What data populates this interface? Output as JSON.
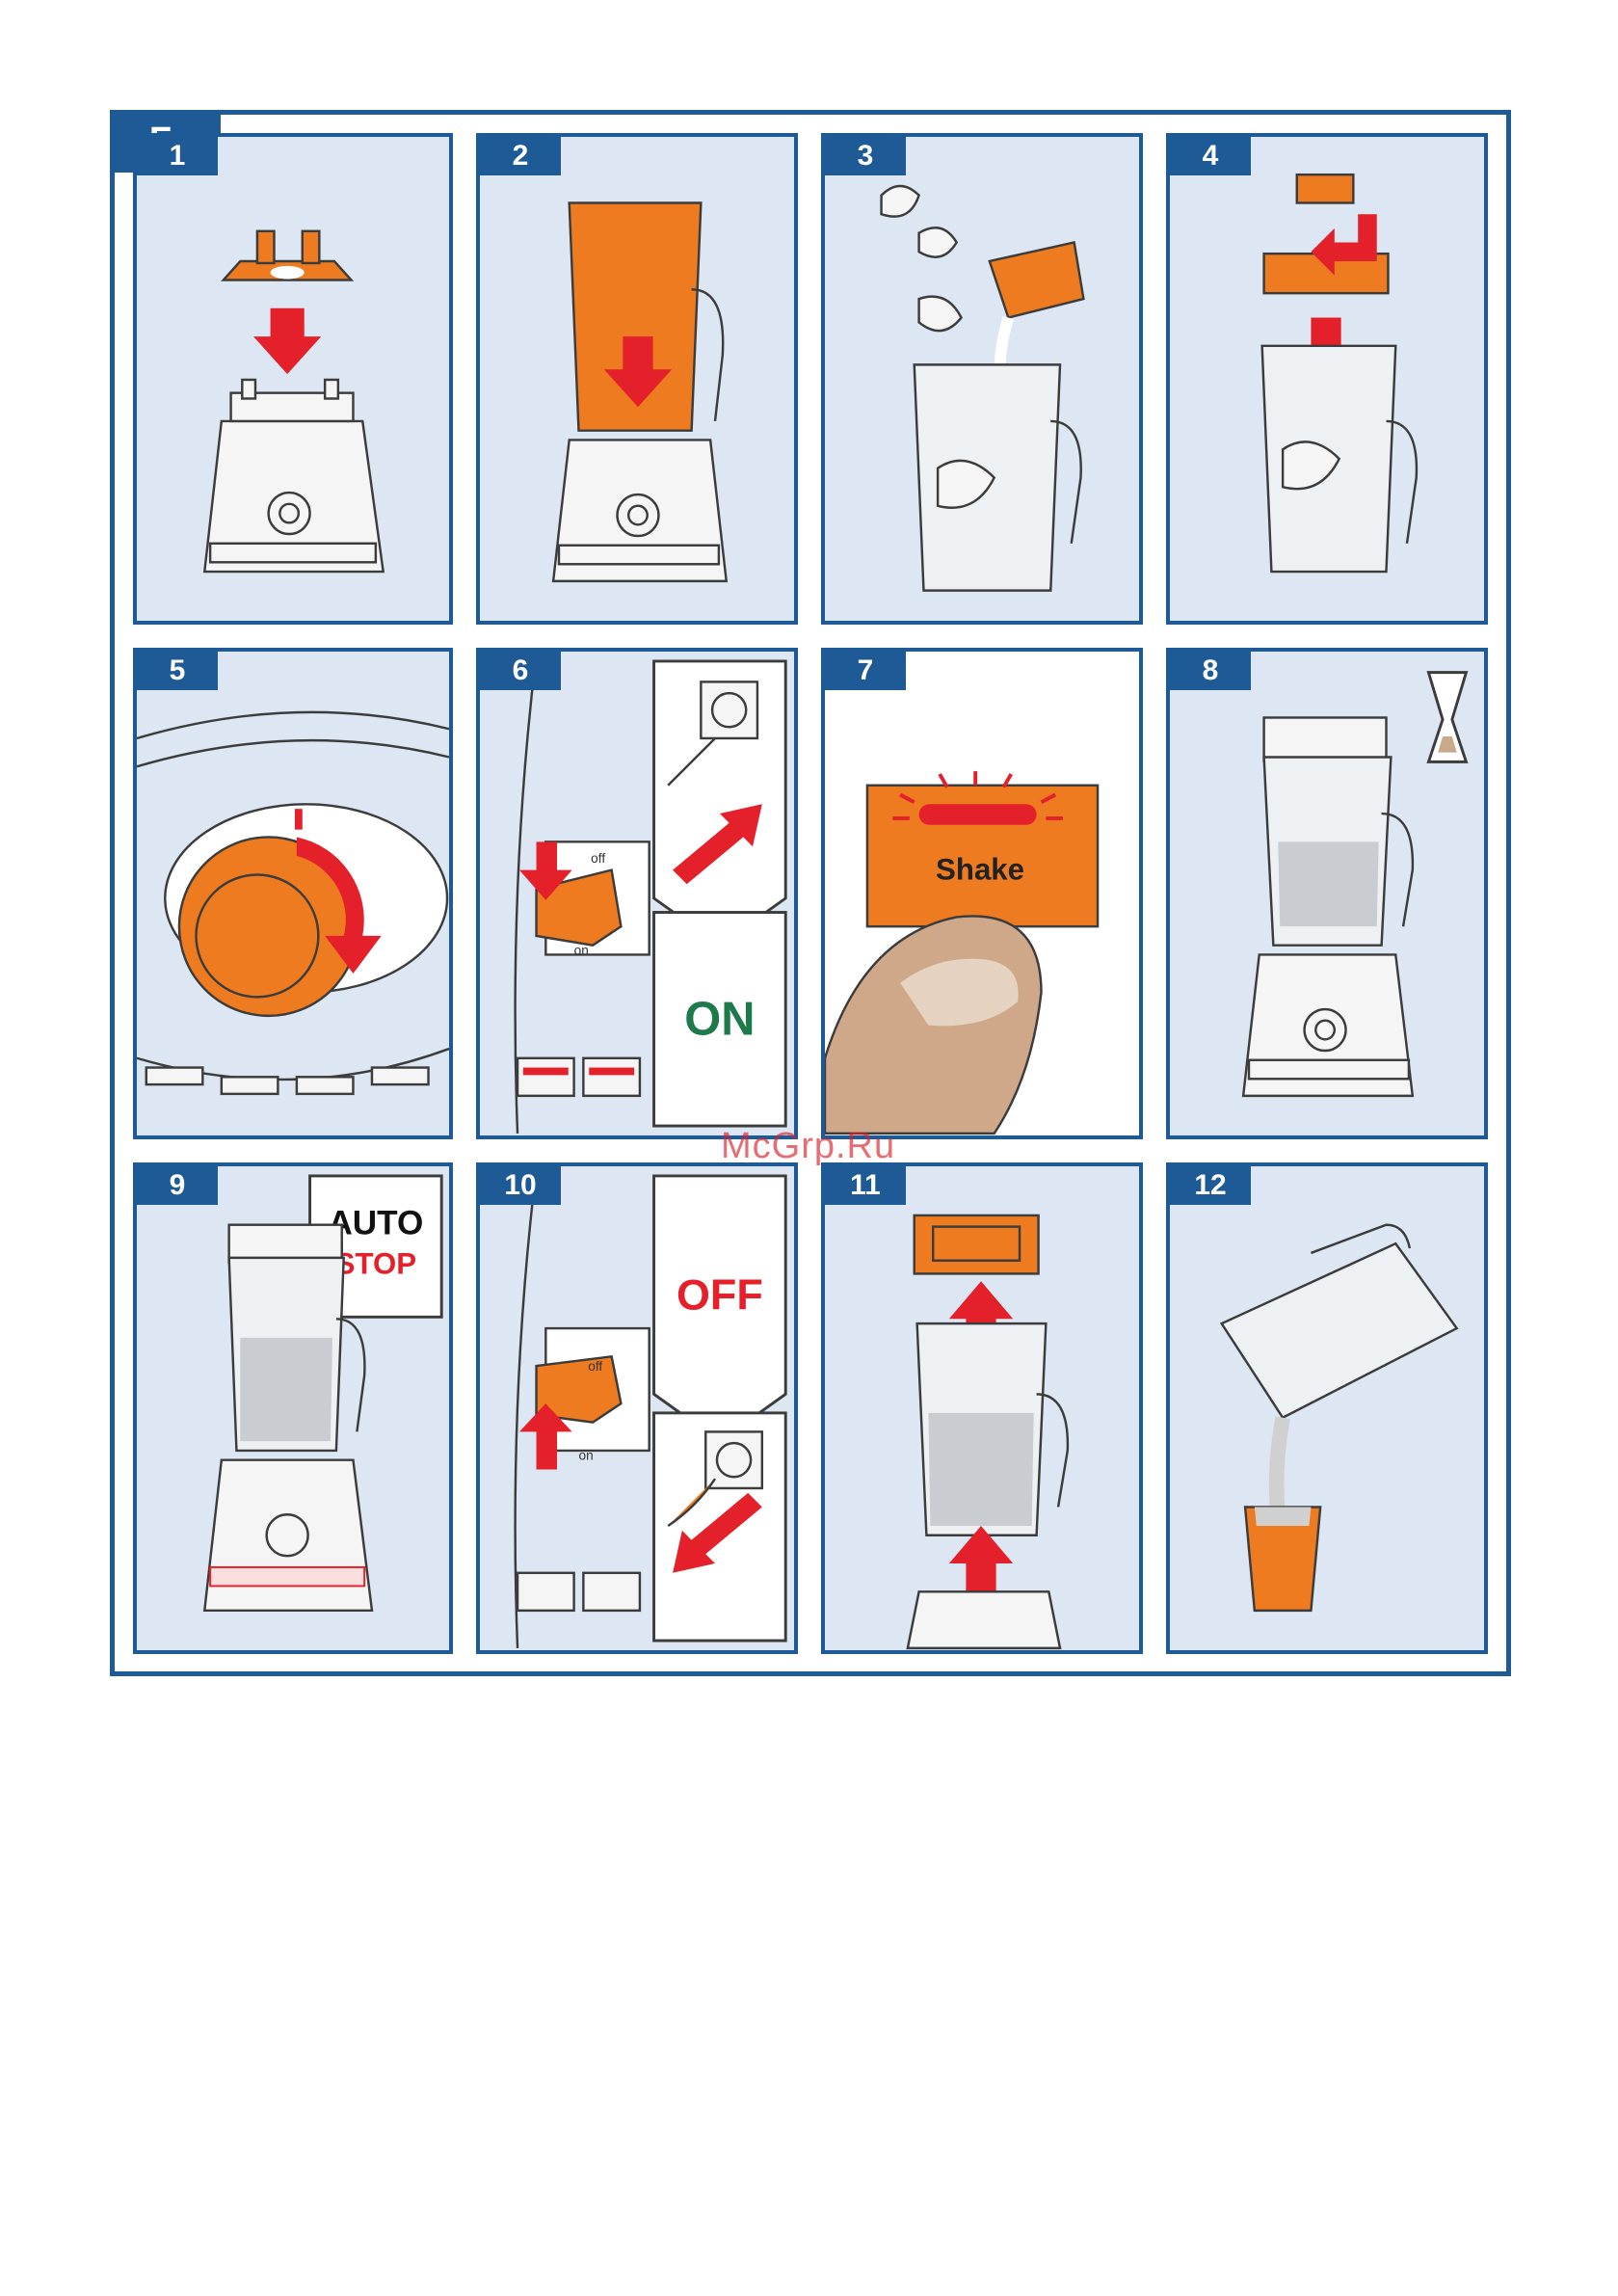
{
  "section": {
    "label": "F"
  },
  "steps": [
    {
      "number": "1"
    },
    {
      "number": "2"
    },
    {
      "number": "3"
    },
    {
      "number": "4"
    },
    {
      "number": "5"
    },
    {
      "number": "6",
      "switch_off": "off",
      "switch_on": "on",
      "state": "ON"
    },
    {
      "number": "7",
      "button_label": "Shake"
    },
    {
      "number": "8"
    },
    {
      "number": "9",
      "status_line1": "AUTO",
      "status_line2": "STOP"
    },
    {
      "number": "10",
      "switch_off": "off",
      "switch_on": "on",
      "state": "OFF"
    },
    {
      "number": "11"
    },
    {
      "number": "12"
    }
  ],
  "watermark": "McGrp.Ru",
  "colors": {
    "frame": "#1d5a96",
    "panel_bg": "#dce7f3",
    "accent_orange": "#ee7b1f",
    "arrow_red": "#e4202a",
    "on_green": "#1e7a4a"
  }
}
